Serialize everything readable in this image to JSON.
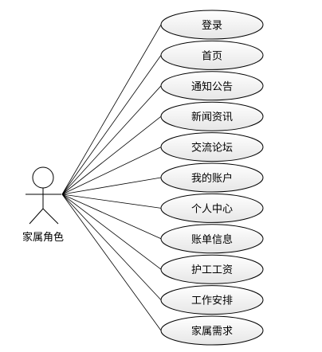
{
  "diagram": {
    "type": "use-case",
    "actor": {
      "label": "家属角色"
    },
    "use_cases": [
      {
        "label": "登录"
      },
      {
        "label": "首页"
      },
      {
        "label": "通知公告"
      },
      {
        "label": "新闻资讯"
      },
      {
        "label": "交流论坛"
      },
      {
        "label": "我的账户"
      },
      {
        "label": "个人中心"
      },
      {
        "label": "账单信息"
      },
      {
        "label": "护工工资"
      },
      {
        "label": "工作安排"
      },
      {
        "label": "家属需求"
      }
    ],
    "colors": {
      "ellipse_fill_top": "#ffffff",
      "ellipse_fill_bottom": "#e6e6e6",
      "stroke": "#000000",
      "line": "#000000"
    }
  }
}
